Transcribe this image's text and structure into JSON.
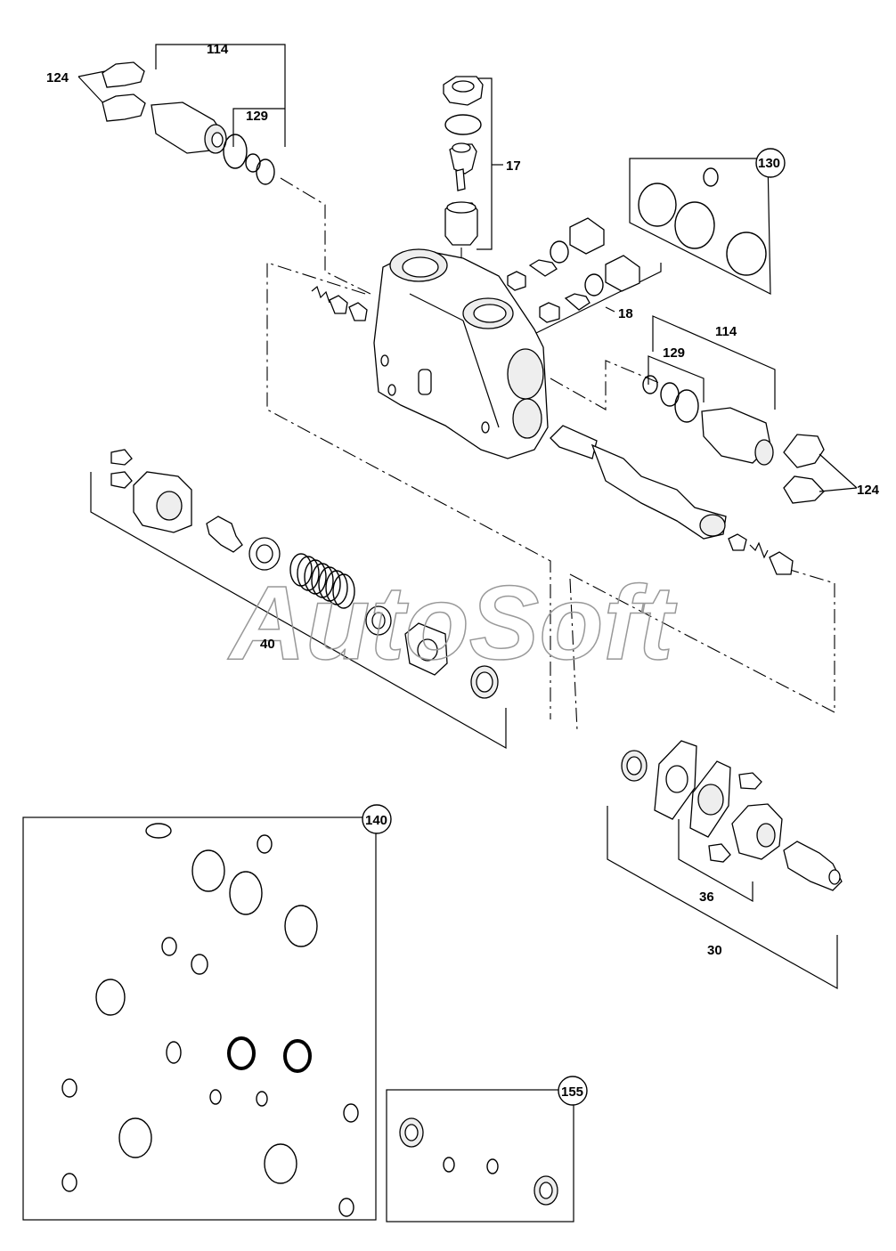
{
  "watermark": "AutoSoft",
  "labels": {
    "l114_top": "114",
    "l124_top": "124",
    "l129_top": "129",
    "l17": "17",
    "l130": "130",
    "l18": "18",
    "l114_right": "114",
    "l129_right": "129",
    "l124_right": "124",
    "l40": "40",
    "l140": "140",
    "l36": "36",
    "l30": "30",
    "l155": "155"
  }
}
